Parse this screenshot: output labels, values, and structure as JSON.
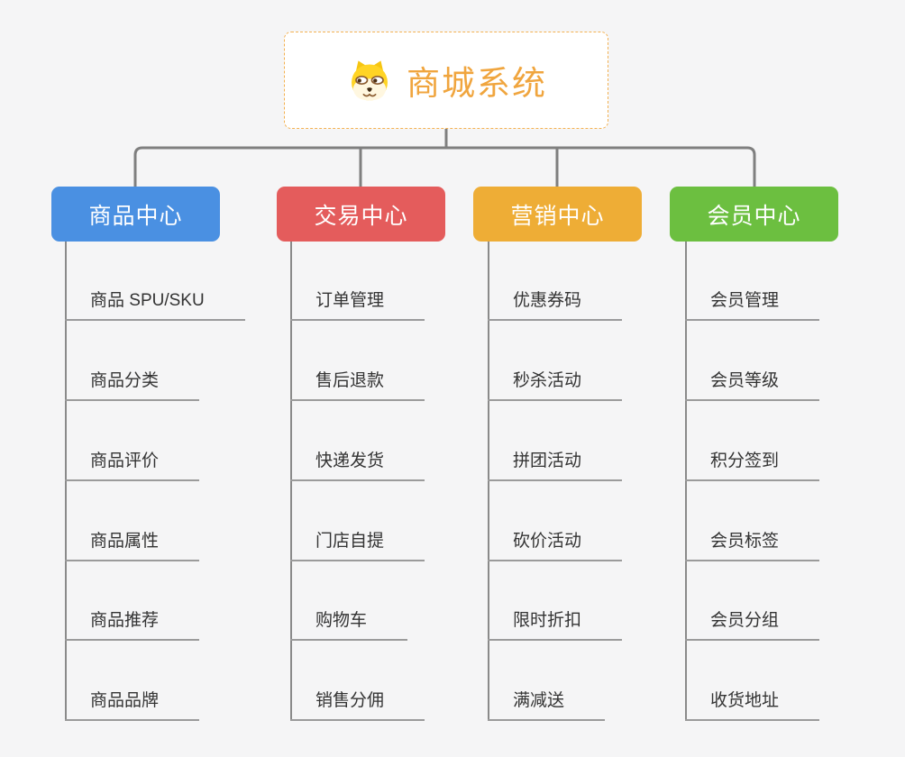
{
  "root": {
    "title": "商城系统",
    "icon": "dog-face-logo"
  },
  "branches": [
    {
      "label": "商品中心",
      "color": "#4a90e2",
      "items": [
        "商品 SPU/SKU",
        "商品分类",
        "商品评价",
        "商品属性",
        "商品推荐",
        "商品品牌"
      ]
    },
    {
      "label": "交易中心",
      "color": "#e45c5c",
      "items": [
        "订单管理",
        "售后退款",
        "快递发货",
        "门店自提",
        "购物车",
        "销售分佣"
      ]
    },
    {
      "label": "营销中心",
      "color": "#eead36",
      "items": [
        "优惠券码",
        "秒杀活动",
        "拼团活动",
        "砍价活动",
        "限时折扣",
        "满减送"
      ]
    },
    {
      "label": "会员中心",
      "color": "#6cbf40",
      "items": [
        "会员管理",
        "会员等级",
        "积分签到",
        "会员标签",
        "会员分组",
        "收货地址"
      ]
    }
  ],
  "colors": {
    "root_text": "#f0a53e",
    "root_border": "#f3b152",
    "connector": "#7f7f7f",
    "underline": "#9b9b9b",
    "leaf_text": "#333333",
    "background": "#f5f5f6"
  }
}
